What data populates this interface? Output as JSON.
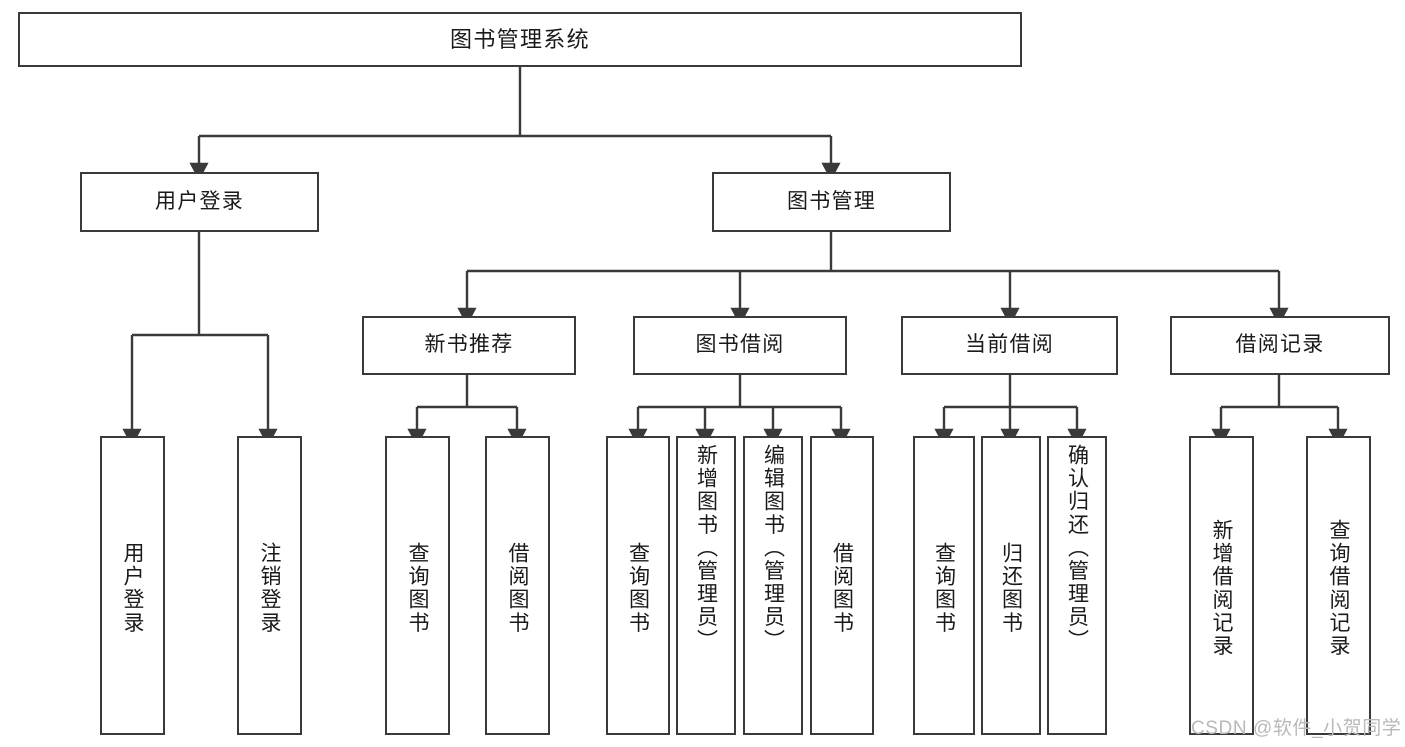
{
  "diagram": {
    "title": "图书管理系统",
    "watermark": "CSDN @软件_小贺同学",
    "stroke_color": "#3a3a3a",
    "background_color": "#ffffff",
    "text_color": "#1a1a1a",
    "watermark_color": "#b9b9b9"
  },
  "levels": {
    "root": {
      "label": "图书管理系统"
    },
    "level2": [
      {
        "label": "用户登录"
      },
      {
        "label": "图书管理"
      }
    ],
    "level3": [
      {
        "label": "新书推荐"
      },
      {
        "label": "图书借阅"
      },
      {
        "label": "当前借阅"
      },
      {
        "label": "借阅记录"
      }
    ],
    "leaves": {
      "user_login": [
        {
          "label": "用户登录"
        },
        {
          "label": "注销登录"
        }
      ],
      "new_book_recommend": [
        {
          "label": "查询图书"
        },
        {
          "label": "借阅图书"
        }
      ],
      "book_borrow": [
        {
          "label": "查询图书"
        },
        {
          "label": "新增图书（管理员）"
        },
        {
          "label": "编辑图书（管理员）"
        },
        {
          "label": "借阅图书"
        }
      ],
      "current_borrow": [
        {
          "label": "查询图书"
        },
        {
          "label": "归还图书"
        },
        {
          "label": "确认归还（管理员）"
        }
      ],
      "borrow_record": [
        {
          "label": "新增借阅记录"
        },
        {
          "label": "查询借阅记录"
        }
      ]
    }
  }
}
